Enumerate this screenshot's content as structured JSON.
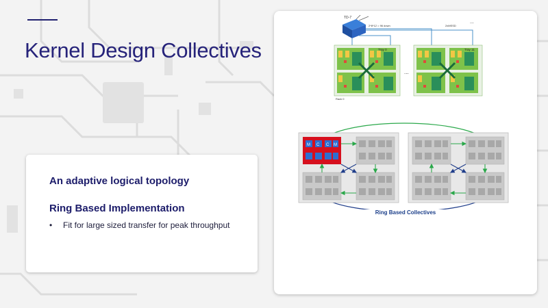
{
  "slide": {
    "title": "Kernel Design Collectives"
  },
  "left_panel": {
    "heading1": "An adaptive logical topology",
    "heading2": "Ring Based Implementation",
    "bullets": [
      {
        "marker": "•",
        "text": "Fit for large sized transfer for peak throughput"
      }
    ]
  },
  "top_diagram": {
    "switch_label": "TD-7",
    "link_label": "2*8*12 = 96 down",
    "link_label_right": "2xMSSD",
    "tray_left_label": "Tray 0",
    "tray_right_label": "Tray 11",
    "rack_label": "Rack 0",
    "ellipsis_top": "...",
    "ellipsis_mid": "..."
  },
  "bottom_diagram": {
    "node_labels": [
      "M",
      "C",
      "C",
      "M"
    ],
    "caption": "Ring Based Collectives"
  },
  "colors": {
    "title": "#26237a",
    "heading": "#1c1c6a",
    "ring_green": "#2aa84a",
    "ring_blue": "#1f3d8a",
    "highlight_red": "#d6101e",
    "chip_blue": "#2d6fd1",
    "chip_gray": "#b0b0b0"
  }
}
